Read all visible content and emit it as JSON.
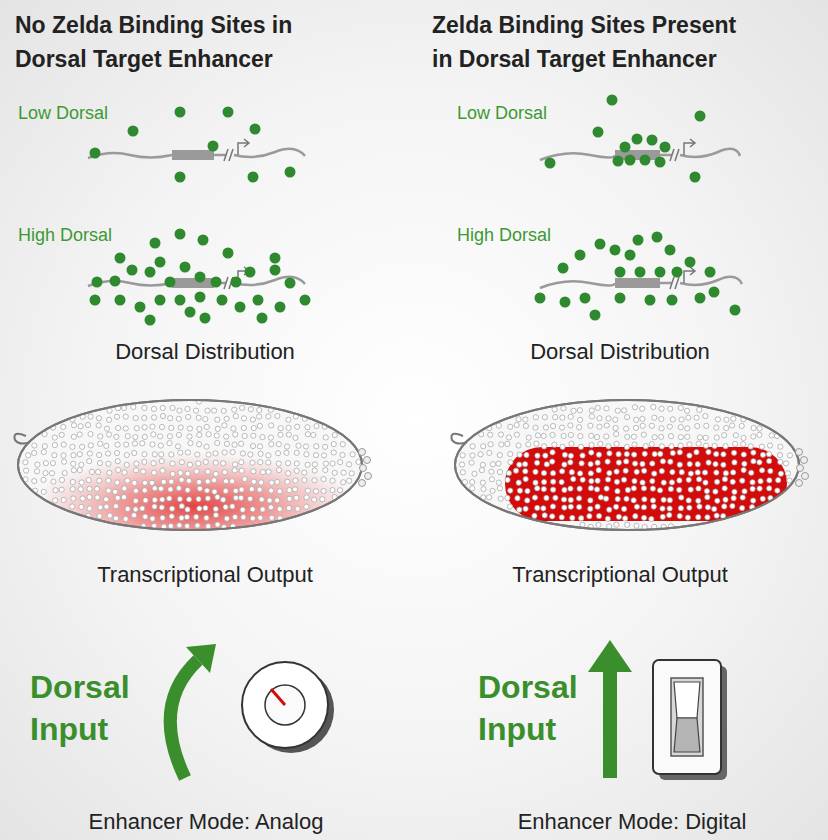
{
  "diagram": {
    "labels": [
      "No Zelda Binding Sites in Dorsal Target Enhancer",
      "Zelda Binding Sites Present in Dorsal Target Enhancer",
      "Low Dorsal",
      "Low Dorsal",
      "High Dorsal",
      "High Dorsal",
      "Dorsal Distribution",
      "Dorsal Distribution",
      "Transcriptional Output",
      "Transcriptional Output",
      "Dorsal Input",
      "Dorsal Input",
      "Enhancer Mode: Analog",
      "Enhancer Mode: Digital"
    ]
  }
}
